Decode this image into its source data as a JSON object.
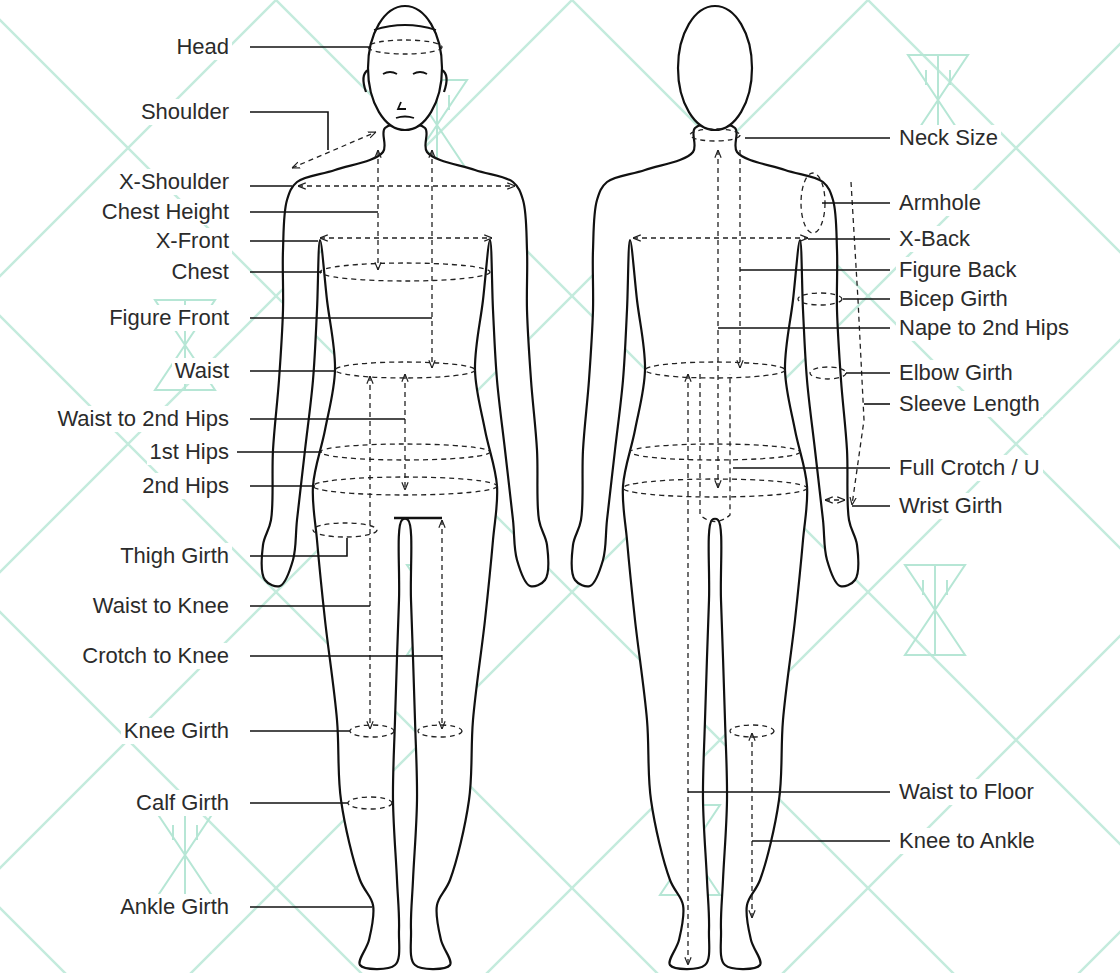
{
  "diagram": {
    "labels": [
      "Head",
      "Shoulder",
      "X-Shoulder",
      "Chest Height",
      "X-Front",
      "Chest",
      "Figure Front",
      "Waist",
      "Waist to 2nd Hips",
      "1st Hips",
      "2nd Hips",
      "Thigh Girth",
      "Waist to Knee",
      "Crotch to Knee",
      "Knee Girth",
      "Calf Girth",
      "Ankle Girth",
      "Neck Size",
      "Armhole",
      "X-Back",
      "Figure Back",
      "Bicep Girth",
      "Nape to 2nd Hips",
      "Elbow Girth",
      "Sleeve Length",
      "Full Crotch / U",
      "Wrist Girth",
      "Waist to Floor",
      "Knee to Ankle"
    ]
  }
}
